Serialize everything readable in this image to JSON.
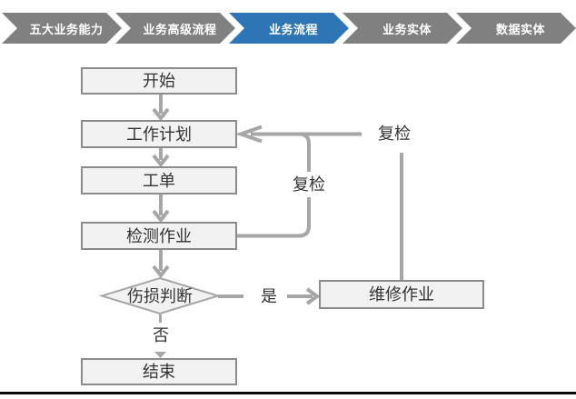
{
  "nav": {
    "items": [
      {
        "label": "五大业务能力",
        "active": false
      },
      {
        "label": "业务高级流程",
        "active": false
      },
      {
        "label": "业务流程",
        "active": true
      },
      {
        "label": "业务实体",
        "active": false
      },
      {
        "label": "数据实体",
        "active": false
      }
    ],
    "colors": {
      "active": "#2E75B6",
      "inactive": "#808080",
      "text": "#FFFFFF"
    }
  },
  "flowchart": {
    "nodes": {
      "start": {
        "label": "开始",
        "shape": "rect"
      },
      "work_plan": {
        "label": "工作计划",
        "shape": "rect"
      },
      "work_order": {
        "label": "工单",
        "shape": "rect"
      },
      "inspection": {
        "label": "检测作业",
        "shape": "rect"
      },
      "damage_check": {
        "label": "伤损判断",
        "shape": "diamond"
      },
      "repair": {
        "label": "维修作业",
        "shape": "rect"
      },
      "end": {
        "label": "结束",
        "shape": "rect"
      }
    },
    "edges": [
      {
        "from": "start",
        "to": "work_plan",
        "label": ""
      },
      {
        "from": "work_plan",
        "to": "work_order",
        "label": ""
      },
      {
        "from": "work_order",
        "to": "inspection",
        "label": ""
      },
      {
        "from": "inspection",
        "to": "damage_check",
        "label": ""
      },
      {
        "from": "damage_check",
        "to": "repair",
        "label": "是"
      },
      {
        "from": "damage_check",
        "to": "end",
        "label": "否"
      },
      {
        "from": "inspection",
        "to": "work_plan",
        "label": "复检"
      },
      {
        "from": "repair",
        "to": "work_plan",
        "label": "复检"
      }
    ],
    "colors": {
      "node_fill": "#F2F2F2",
      "node_border": "#8C8C8C",
      "connector": "#A6A6A6",
      "text": "#333333"
    }
  }
}
